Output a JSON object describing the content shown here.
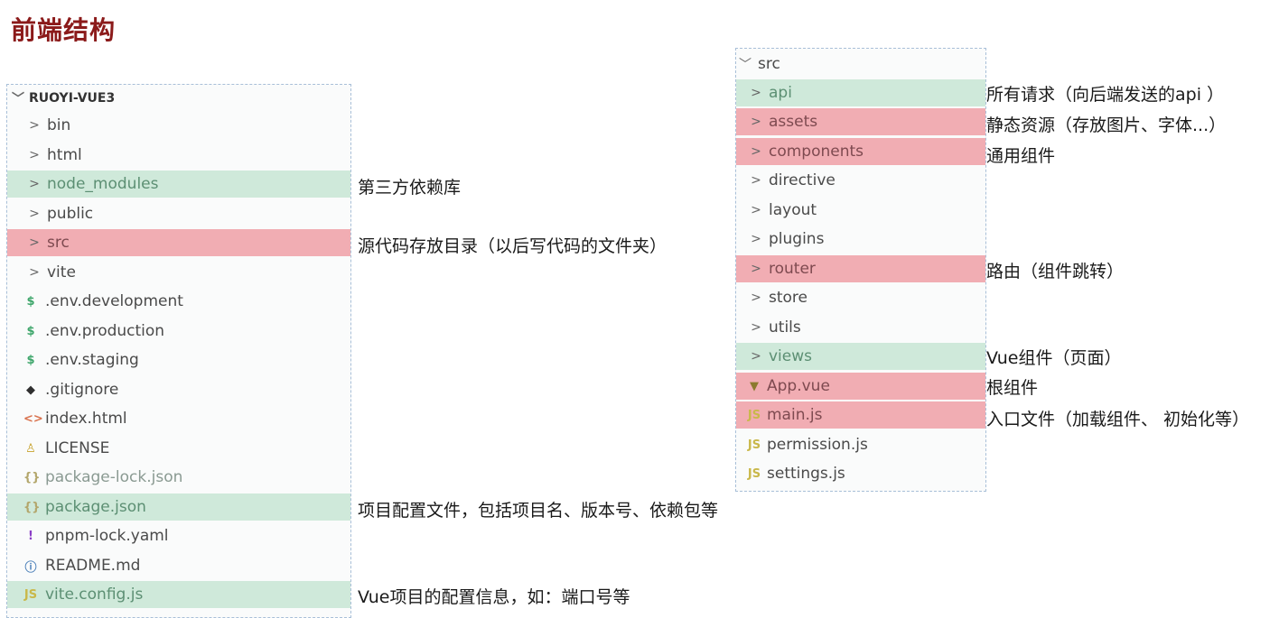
{
  "title": "前端结构",
  "left_tree": {
    "root": "RUOYI-VUE3",
    "items": [
      {
        "label": "bin"
      },
      {
        "label": "html"
      },
      {
        "label": "node_modules"
      },
      {
        "label": "public"
      },
      {
        "label": "src"
      },
      {
        "label": "vite"
      },
      {
        "label": ".env.development"
      },
      {
        "label": ".env.production"
      },
      {
        "label": ".env.staging"
      },
      {
        "label": ".gitignore"
      },
      {
        "label": "index.html"
      },
      {
        "label": "LICENSE"
      },
      {
        "label": "package-lock.json"
      },
      {
        "label": "package.json"
      },
      {
        "label": "pnpm-lock.yaml"
      },
      {
        "label": "README.md"
      },
      {
        "label": "vite.config.js"
      }
    ]
  },
  "right_tree": {
    "root": "src",
    "items": [
      {
        "label": "api"
      },
      {
        "label": "assets"
      },
      {
        "label": "components"
      },
      {
        "label": "directive"
      },
      {
        "label": "layout"
      },
      {
        "label": "plugins"
      },
      {
        "label": "router"
      },
      {
        "label": "store"
      },
      {
        "label": "utils"
      },
      {
        "label": "views"
      },
      {
        "label": "App.vue"
      },
      {
        "label": "main.js"
      },
      {
        "label": "permission.js"
      },
      {
        "label": "settings.js"
      }
    ]
  },
  "annotations": {
    "node_modules": "第三方依赖库",
    "src": "源代码存放目录（以后写代码的文件夹）",
    "package_json": "项目配置文件，包括项目名、版本号、依赖包等",
    "vite_config": "Vue项目的配置信息，如：端口号等",
    "api": "所有请求（向后端发送的api ）",
    "assets": "静态资源（存放图片、字体...）",
    "components": "通用组件",
    "router": "路由（组件跳转）",
    "views": "Vue组件（页面）",
    "app_vue": "根组件",
    "main_js": "入口文件（加载组件、 初始化等）"
  },
  "colors": {
    "title": "#8b1a1a",
    "highlight_green": "#cfe9da",
    "highlight_red": "#f1adb3",
    "panel_border": "#a8bfd8"
  },
  "icons": {
    "folder_collapsed": "chevron-right",
    "folder_expanded": "chevron-down",
    "env": "dollar-icon",
    "gitignore": "git-icon",
    "html": "html-icon",
    "license": "license-icon",
    "json": "json-braces-icon",
    "yaml": "yaml-exclamation-icon",
    "readme": "info-icon",
    "js": "js-icon",
    "vue": "vue-icon"
  }
}
